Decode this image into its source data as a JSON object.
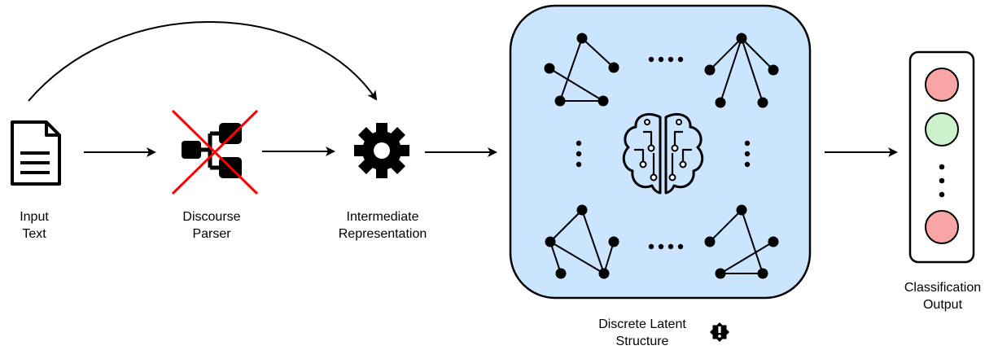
{
  "stages": [
    {
      "id": "input",
      "lines": [
        "Input",
        "Text"
      ],
      "icon": "document-icon"
    },
    {
      "id": "parser",
      "lines": [
        "Discourse",
        "Parser"
      ],
      "icon": "tree-structure-icon",
      "crossed": true
    },
    {
      "id": "intermediate",
      "lines": [
        "Intermediate",
        "Representation"
      ],
      "icon": "gear-icon"
    },
    {
      "id": "latent",
      "lines": [
        "Discrete Latent",
        "Structure"
      ],
      "icon": "brain-circuit-icon",
      "badge": "alert-badge-icon"
    },
    {
      "id": "output",
      "lines": [
        "Classification",
        "Output"
      ],
      "icon": "classification-nodes-icon"
    }
  ],
  "colors": {
    "latent_fill": "#cce5ff",
    "output_red": "#f8a5a5",
    "output_green": "#ccf2cc",
    "cross": "#ff0000",
    "ink": "#000000"
  }
}
